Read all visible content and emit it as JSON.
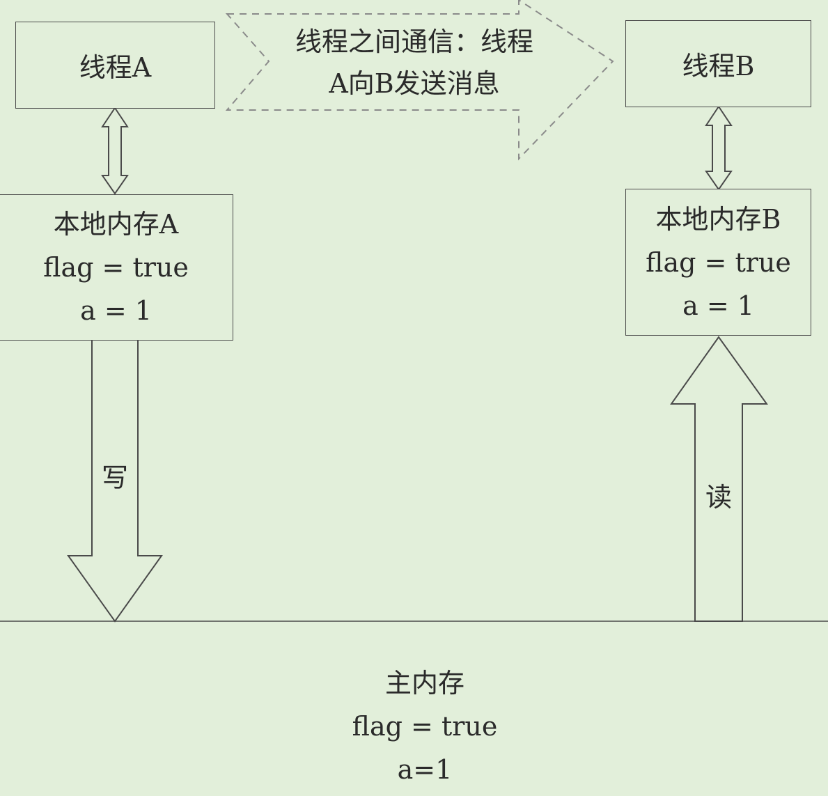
{
  "thread_a": {
    "label": "线程A"
  },
  "thread_b": {
    "label": "线程B"
  },
  "message": {
    "line1": "线程之间通信：线程",
    "line2": "A向B发送消息"
  },
  "local_memory_a": {
    "title": "本地内存A",
    "flag": "flag = true",
    "a": "a = 1"
  },
  "local_memory_b": {
    "title": "本地内存B",
    "flag": "flag = true",
    "a": "a = 1"
  },
  "write_label": "写",
  "read_label": "读",
  "main_memory": {
    "title": "主内存",
    "flag": "flag = true",
    "a": "a=1"
  }
}
